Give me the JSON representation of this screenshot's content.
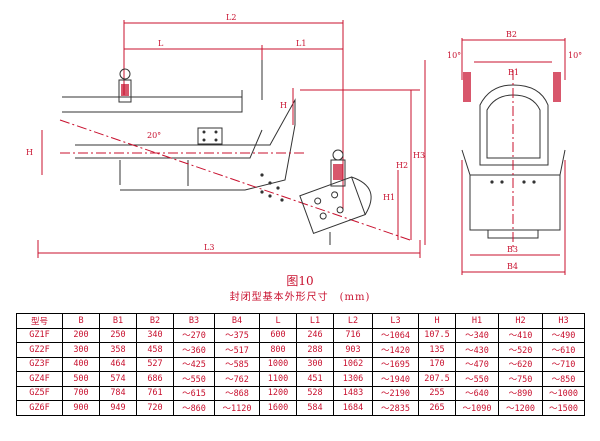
{
  "figure": {
    "title": "图10",
    "subtitle": "封闭型基本外形尺寸　(mm)"
  },
  "drawing": {
    "labels": {
      "L2": "L2",
      "L": "L",
      "L1": "L1",
      "H_left": "H",
      "H_small": "H",
      "H1": "H1",
      "H2": "H2",
      "H3": "H3",
      "L3": "L3",
      "angle": "20°",
      "B2": "B2",
      "B1": "B1",
      "B3": "B3",
      "B4": "B4",
      "angle_left": "10°",
      "angle_right": "10°"
    }
  },
  "table": {
    "headers": [
      "型号",
      "B",
      "B1",
      "B2",
      "B3",
      "B4",
      "L",
      "L1",
      "L2",
      "L3",
      "H",
      "H1",
      "H2",
      "H3"
    ],
    "rows": [
      [
        "GZ1F",
        "200",
        "250",
        "340",
        "～270",
        "～375",
        "600",
        "246",
        "716",
        "～1064",
        "107.5",
        "～340",
        "～410",
        "～490"
      ],
      [
        "GZ2F",
        "300",
        "358",
        "458",
        "～360",
        "～517",
        "800",
        "288",
        "903",
        "～1420",
        "135",
        "～430",
        "～520",
        "～610"
      ],
      [
        "GZ3F",
        "400",
        "464",
        "527",
        "～425",
        "～585",
        "1000",
        "300",
        "1062",
        "～1695",
        "170",
        "～470",
        "～620",
        "～710"
      ],
      [
        "GZ4F",
        "500",
        "574",
        "686",
        "～550",
        "～762",
        "1100",
        "451",
        "1306",
        "～1940",
        "207.5",
        "～550",
        "～750",
        "～850"
      ],
      [
        "GZ5F",
        "700",
        "784",
        "761",
        "～615",
        "～868",
        "1200",
        "528",
        "1483",
        "～2190",
        "255",
        "～640",
        "～890",
        "～1000"
      ],
      [
        "GZ6F",
        "900",
        "949",
        "720",
        "～860",
        "～1120",
        "1600",
        "584",
        "1684",
        "～2835",
        "265",
        "～1090",
        "～1200",
        "～1500"
      ]
    ]
  }
}
